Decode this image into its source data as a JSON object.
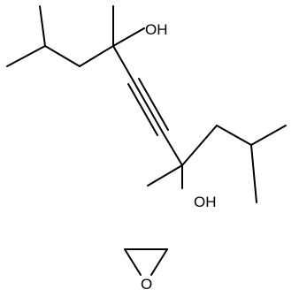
{
  "labels": {
    "hydroxyl_top": "OH",
    "hydroxyl_bottom": "OH",
    "epoxide_oxygen": "O"
  }
}
